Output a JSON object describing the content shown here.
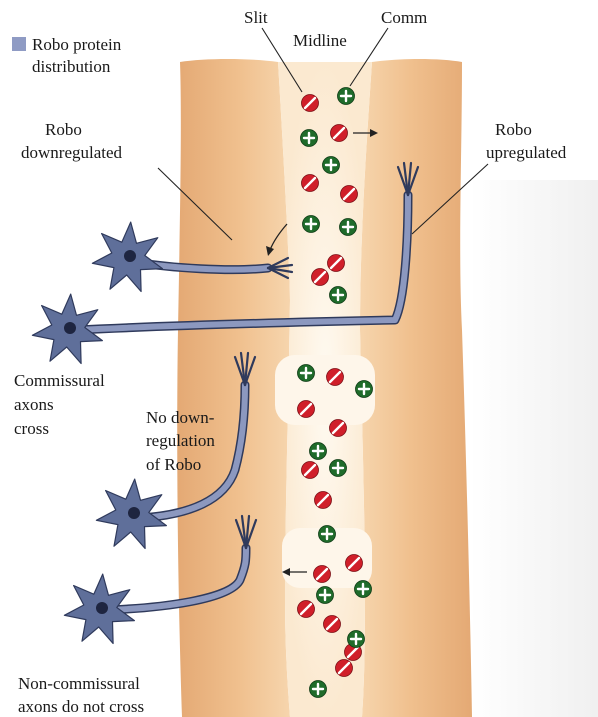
{
  "legend": {
    "line1": "Robo protein",
    "line2": "distribution",
    "swatch_color": "#8f9bc4"
  },
  "labels": {
    "slit": "Slit",
    "midline": "Midline",
    "comm": "Comm",
    "robo_down_1": "Robo",
    "robo_down_2": "downregulated",
    "robo_up_1": "Robo",
    "robo_up_2": "upregulated",
    "comm_cross_1": "Commissural",
    "comm_cross_2": "axons",
    "comm_cross_3": "cross",
    "nodown_1": "No down-",
    "nodown_2": "regulation",
    "nodown_3": "of Robo",
    "noncomm_1": "Non-commissural",
    "noncomm_2": "axons do not cross"
  },
  "colors": {
    "neural_tissue": "#e9b27e",
    "neural_tissue_light": "#f7d9b4",
    "midline_glow": "#fdf3e3",
    "slit_marker": "#d01f2a",
    "comm_marker": "#1f6b2a",
    "neuron_body": "#5f6f9a",
    "neuron_outline": "#2f3a5c",
    "axon_fill": "#8c98bf",
    "background_shadow": "#e6e6e6"
  },
  "icons": {
    "slit_marker": "slit-protein-icon",
    "comm_marker": "comm-protein-icon",
    "neuron": "neuron-icon",
    "growth_cone": "growth-cone-icon",
    "arrow": "arrow-icon"
  }
}
